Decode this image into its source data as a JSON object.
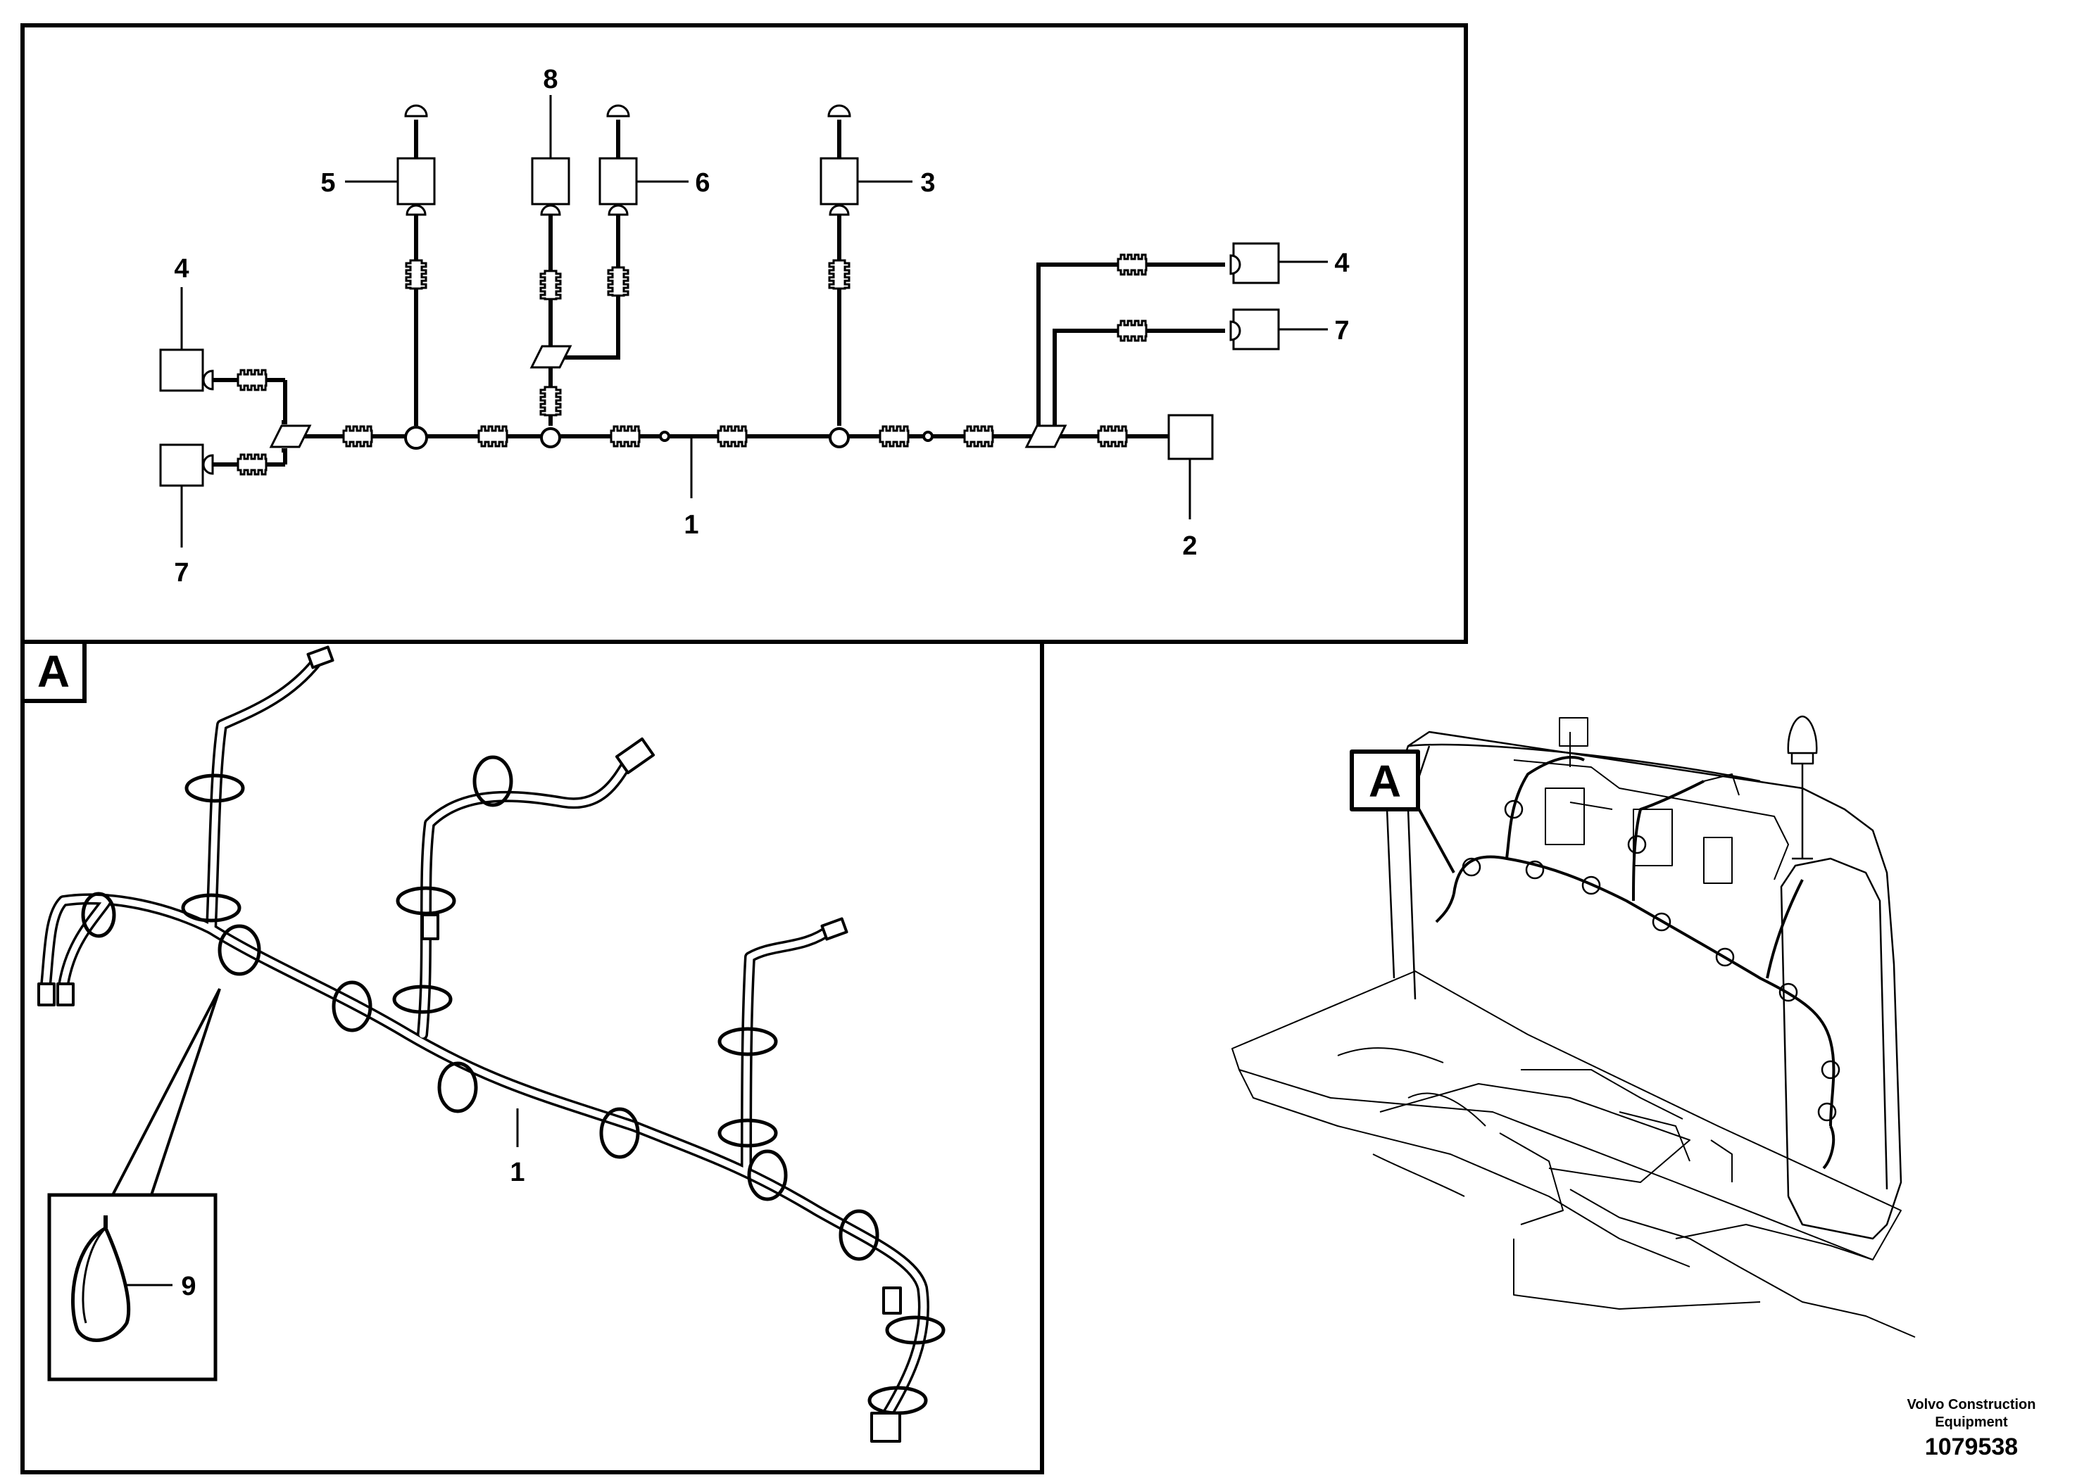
{
  "schematic": {
    "callouts": [
      {
        "id": "c5",
        "text": "5"
      },
      {
        "id": "c8",
        "text": "8"
      },
      {
        "id": "c6",
        "text": "6"
      },
      {
        "id": "c3",
        "text": "3"
      },
      {
        "id": "c4l",
        "text": "4"
      },
      {
        "id": "c7l",
        "text": "7"
      },
      {
        "id": "c4r",
        "text": "4"
      },
      {
        "id": "c7r",
        "text": "7"
      },
      {
        "id": "c1",
        "text": "1"
      },
      {
        "id": "c2",
        "text": "2"
      }
    ]
  },
  "detail": {
    "view_label": "A",
    "callout_harness": "1",
    "callout_tie": "9"
  },
  "overview": {
    "view_label": "A"
  },
  "credit": {
    "line1": "Volvo Construction",
    "line2": "Equipment",
    "part_number": "1079538"
  }
}
